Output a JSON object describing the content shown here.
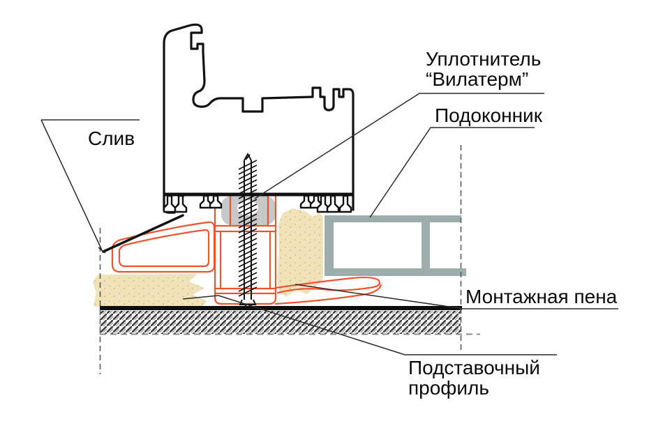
{
  "diagram": {
    "labels": {
      "drain": "Слив",
      "sealant_line1": "Уплотнитель",
      "sealant_line2": "“Вилатерм”",
      "windowsill": "Подоконник",
      "foam": "Монтажная пена",
      "support_line1": "Подставочный",
      "support_line2": "профиль"
    },
    "colors": {
      "outline": "#111111",
      "support_profile": "#ed5330",
      "windowsill": "#9dadab",
      "foam": "#f0e3ba",
      "foam_speck": "#dcc892",
      "sealant": "#c8c8c8",
      "hatch": "#3f3f3f",
      "dashed": "#5a5a5a",
      "leader": "#2a2a2a"
    }
  }
}
